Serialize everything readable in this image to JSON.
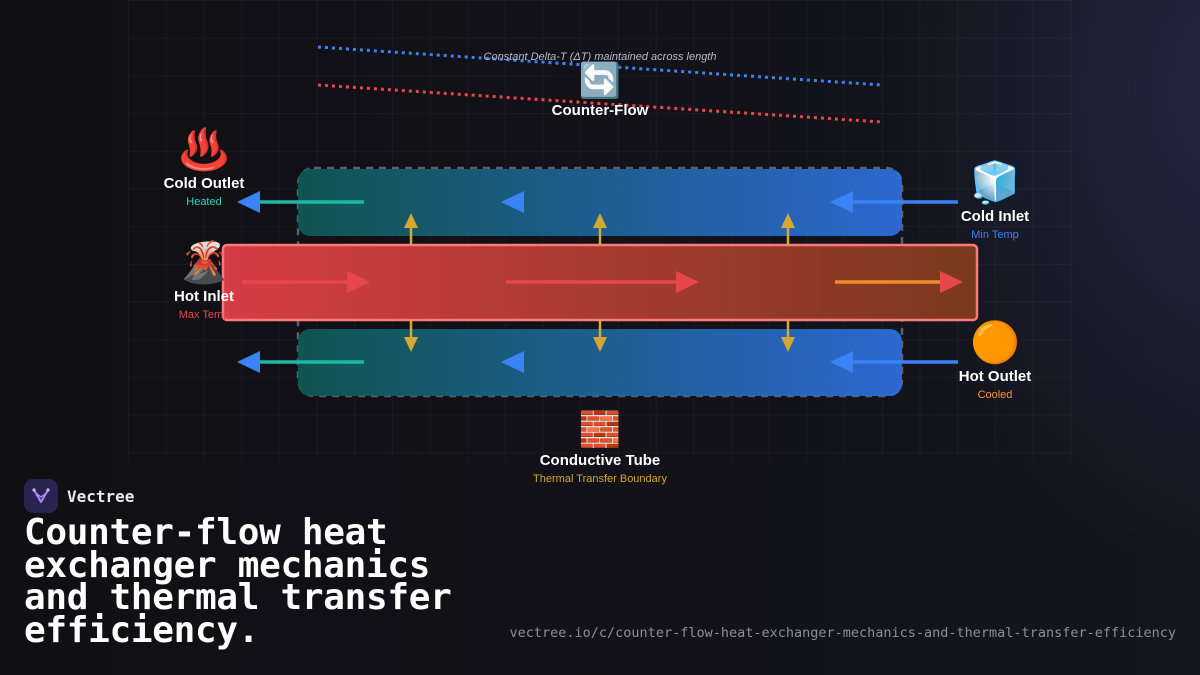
{
  "brand": {
    "name": "Vectree"
  },
  "headline": "Counter-flow heat exchanger mechanics and thermal transfer efficiency.",
  "url": "vectree.io/c/counter-flow-heat-exchanger-mechanics-and-thermal-transfer-efficiency",
  "diagram": {
    "delta_t_note": "Constant Delta-T (ΔT) maintained across length",
    "flow_label": {
      "icon": "🔄",
      "title": "Counter-Flow"
    },
    "cold_outlet": {
      "icon": "♨️",
      "title": "Cold Outlet",
      "subtitle": "Heated"
    },
    "cold_inlet": {
      "icon": "🧊",
      "title": "Cold Inlet",
      "subtitle": "Min Temp"
    },
    "hot_inlet": {
      "icon": "🌋",
      "title": "Hot Inlet",
      "subtitle": "Max Temp"
    },
    "hot_outlet": {
      "icon": "🟠",
      "title": "Hot Outlet",
      "subtitle": "Cooled"
    },
    "tube": {
      "icon": "🧱",
      "title": "Conductive Tube",
      "subtitle": "Thermal Transfer Boundary"
    }
  },
  "colors": {
    "hot": "#e8474a",
    "hot_end": "#f08a2a",
    "cold": "#3b82f6",
    "teal": "#1fb6a6",
    "heat_arrow": "#d4a832",
    "accent_green": "#2dd4bf",
    "accent_orange": "#fb923c"
  }
}
